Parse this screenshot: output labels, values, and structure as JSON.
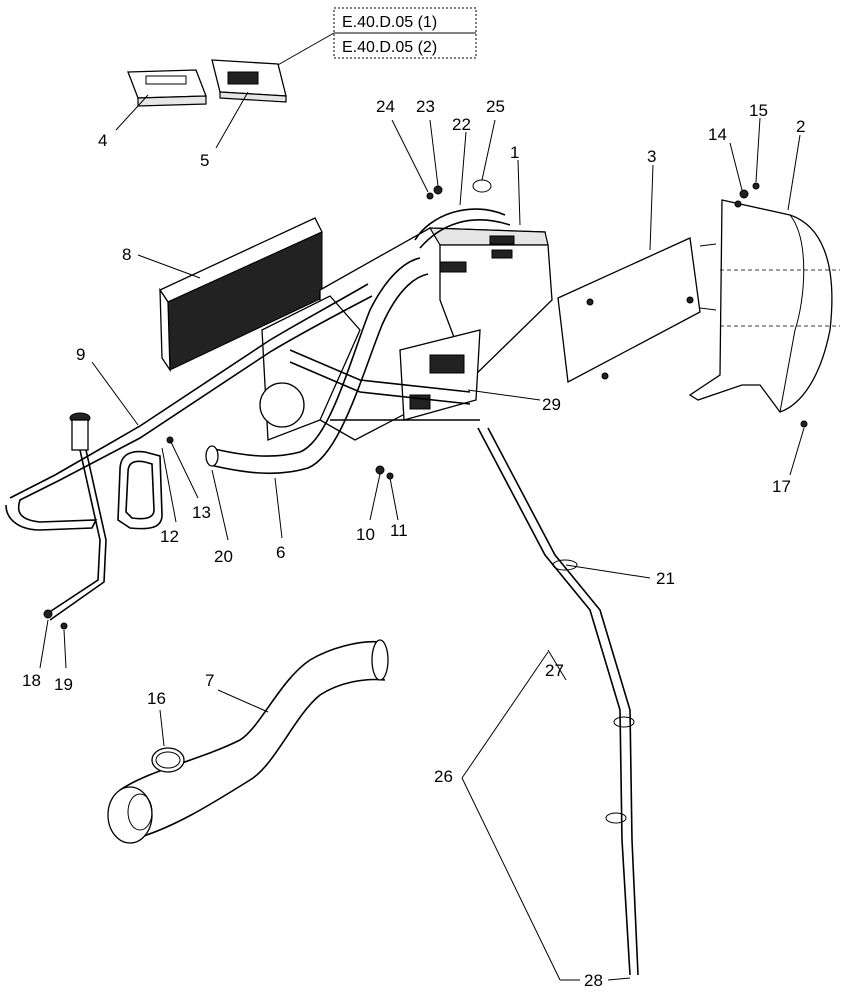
{
  "references": [
    "E.40.D.05 (1)",
    "E.40.D.05 (2)"
  ],
  "callouts": {
    "c1": "1",
    "c2": "2",
    "c3": "3",
    "c4": "4",
    "c5": "5",
    "c6": "6",
    "c7": "7",
    "c8": "8",
    "c9": "9",
    "c10": "10",
    "c11": "11",
    "c12": "12",
    "c13": "13",
    "c14": "14",
    "c15": "15",
    "c16": "16",
    "c17": "17",
    "c18": "18",
    "c19": "19",
    "c20": "20",
    "c21": "21",
    "c22": "22",
    "c23": "23",
    "c24": "24",
    "c25": "25",
    "c26": "26",
    "c27": "27",
    "c28": "28",
    "c29": "29"
  }
}
